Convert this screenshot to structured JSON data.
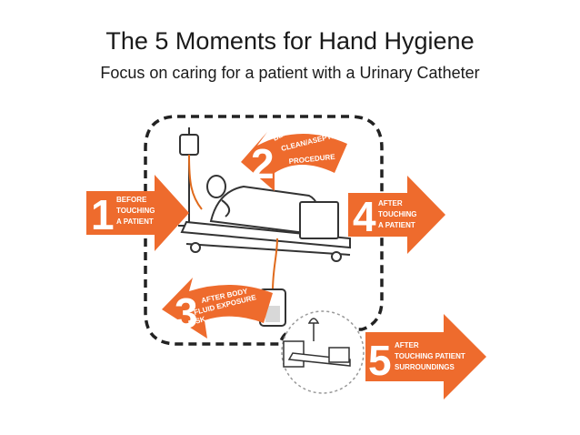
{
  "title": "The 5 Moments for Hand Hygiene",
  "subtitle": "Focus on caring for a patient with a Urinary Catheter",
  "colors": {
    "arrow": "#ee6b2d",
    "line": "#222222",
    "tube": "#e06a1c"
  },
  "moments": [
    {
      "number": "1",
      "lines": [
        "BEFORE",
        "TOUCHING",
        "A PATIENT"
      ]
    },
    {
      "number": "2",
      "lines": [
        "BEFORE",
        "CLEAN/ASEPTIC",
        "PROCEDURE"
      ]
    },
    {
      "number": "3",
      "lines": [
        "AFTER BODY",
        "FLUID EXPOSURE",
        "RISK"
      ]
    },
    {
      "number": "4",
      "lines": [
        "AFTER",
        "TOUCHING",
        "A PATIENT"
      ]
    },
    {
      "number": "5",
      "lines": [
        "AFTER",
        "TOUCHING PATIENT",
        "SURROUNDINGS"
      ]
    }
  ]
}
